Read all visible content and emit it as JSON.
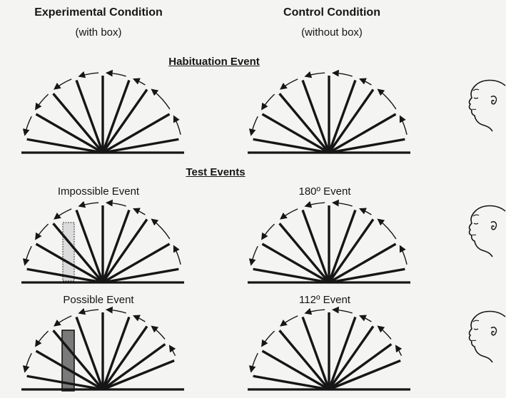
{
  "columns": {
    "experimental": {
      "title": "Experimental Condition",
      "subtitle": "(with box)"
    },
    "control": {
      "title": "Control Condition",
      "subtitle": "(without box)"
    }
  },
  "sections": {
    "habituation": "Habituation Event",
    "test": "Test Events"
  },
  "test_events": {
    "impossible": "Impossible Event",
    "degree_180": "180º Event",
    "possible": "Possible Event",
    "degree_112": "112º Event"
  },
  "colors": {
    "ink": "#161616",
    "box_impossible_fill": "#dcdcdc",
    "box_possible_fill": "#7a7a7a",
    "background": "#f4f4f2"
  },
  "icons": [
    "infant-head-icon",
    "rotating-screen-icon",
    "box-icon",
    "motion-arrow-icon"
  ]
}
